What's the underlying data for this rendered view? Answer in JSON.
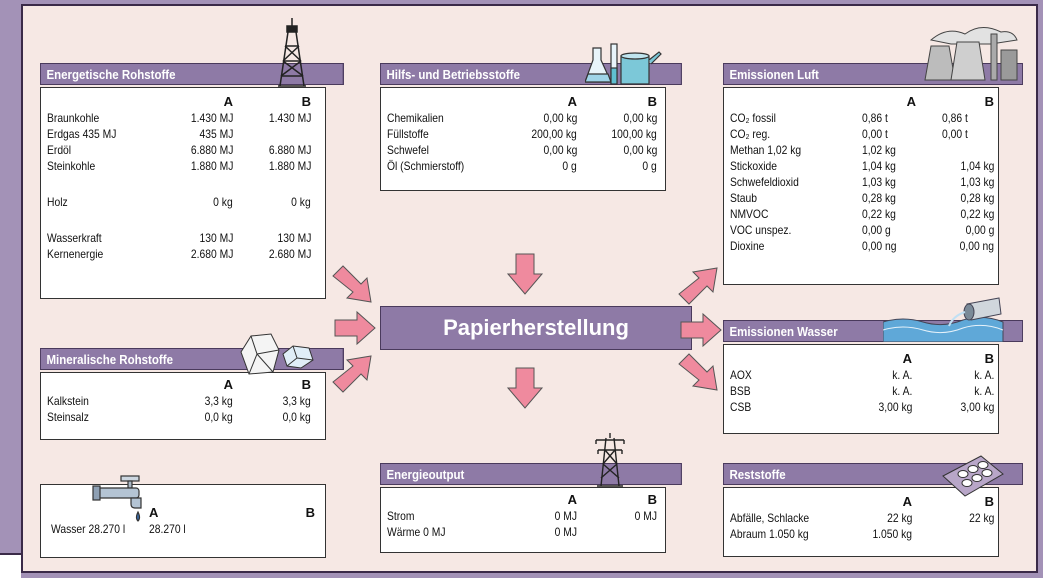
{
  "col_a": "A",
  "col_b": "B",
  "center_label": "Papierherstellung",
  "energetische": {
    "title": "Energetische Rohstoffe",
    "rows": [
      {
        "label": "Braunkohle",
        "a": "1.430 MJ",
        "b": "1.430 MJ"
      },
      {
        "label": "Erdgas 435 MJ",
        "a": "435 MJ",
        "b": ""
      },
      {
        "label": "Erdöl",
        "a": "6.880 MJ",
        "b": "6.880 MJ"
      },
      {
        "label": "Steinkohle",
        "a": "1.880 MJ",
        "b": "1.880 MJ"
      },
      {
        "label": "Holz",
        "a": "0 kg",
        "b": "0 kg"
      },
      {
        "label": "Wasserkraft",
        "a": "130 MJ",
        "b": "130 MJ"
      },
      {
        "label": "Kernenergie",
        "a": "2.680 MJ",
        "b": "2.680 MJ"
      }
    ]
  },
  "mineralische": {
    "title": "Mineralische Rohstoffe",
    "rows": [
      {
        "label": "Kalkstein",
        "a": "3,3 kg",
        "b": "3,3 kg"
      },
      {
        "label": "Steinsalz",
        "a": "0,0 kg",
        "b": "0,0  kg"
      }
    ]
  },
  "wasser": {
    "label": "Wasser 28.270 l",
    "a": "28.270 l",
    "b": ""
  },
  "hilfs": {
    "title": "Hilfs- und Betriebsstoffe",
    "rows": [
      {
        "label": "Chemikalien",
        "a": "0,00 kg",
        "b": "0,00 kg"
      },
      {
        "label": "Füllstoffe",
        "a": "200,00 kg",
        "b": "100,00 kg"
      },
      {
        "label": "Schwefel",
        "a": "0,00 kg",
        "b": "0,00 kg"
      },
      {
        "label": "Öl (Schmierstoff)",
        "a": "0 g",
        "b": "0 g"
      }
    ]
  },
  "energieoutput": {
    "title": "Energieoutput",
    "rows": [
      {
        "label": "Strom",
        "a": "0 MJ",
        "b": "0 MJ"
      },
      {
        "label": "Wärme 0 MJ",
        "a": "0 MJ",
        "b": ""
      }
    ]
  },
  "emissionen_luft": {
    "title": "Emissionen Luft",
    "rows": [
      {
        "label": "CO₂ fossil",
        "a": "0,86 t",
        "b": "0,86 t"
      },
      {
        "label": "CO₂ reg.",
        "a": "0,00 t",
        "b": "0,00 t"
      },
      {
        "label": "Methan 1,02 kg",
        "a": "1,02 kg",
        "b": ""
      },
      {
        "label": "Stickoxide",
        "a": "1,04 kg",
        "b": "1,04 kg"
      },
      {
        "label": "Schwefeldioxid",
        "a": "1,03 kg",
        "b": "1,03 kg"
      },
      {
        "label": "Staub",
        "a": "0,28 kg",
        "b": "0,28 kg"
      },
      {
        "label": "NMVOC",
        "a": "0,22 kg",
        "b": "0,22 kg"
      },
      {
        "label": "VOC unspez.",
        "a": "0,00 g",
        "b": "0,00 g"
      },
      {
        "label": "Dioxine",
        "a": "0,00 ng",
        "b": "0,00 ng"
      }
    ]
  },
  "emissionen_wasser": {
    "title": "Emissionen Wasser",
    "rows": [
      {
        "label": "AOX",
        "a": "k. A.",
        "b": "k. A."
      },
      {
        "label": "BSB",
        "a": "k. A.",
        "b": "k. A."
      },
      {
        "label": "CSB",
        "a": "3,00 kg",
        "b": "3,00 kg"
      }
    ]
  },
  "reststoffe": {
    "title": "Reststoffe",
    "rows": [
      {
        "label": "Abfälle, Schlacke",
        "a": "22 kg",
        "b": "22 kg"
      },
      {
        "label": "Abraum 1.050 kg",
        "a": "1.050 kg",
        "b": ""
      }
    ]
  },
  "colors": {
    "header": "#8e7aa6",
    "arrow": "#ef8a9e",
    "frame": "#a392b7",
    "canvas": "#f6e8e4"
  },
  "icons": [
    "oil-derrick-icon",
    "lab-flasks-icon",
    "power-plant-icon",
    "rock-crystal-icon",
    "water-tap-icon",
    "factory-water-outflow-icon",
    "power-pylon-icon",
    "waste-tray-icon"
  ]
}
